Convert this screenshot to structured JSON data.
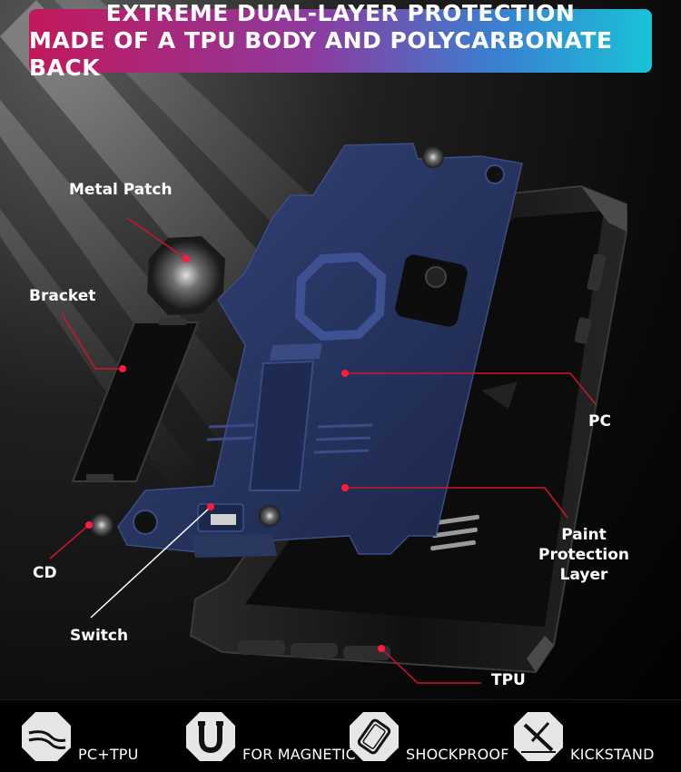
{
  "banner": {
    "line1": "EXTREME DUAL-LAYER PROTECTION",
    "line2": "MADE OF A TPU BODY AND POLYCARBONATE BACK"
  },
  "callouts": {
    "metal_patch": "Metal Patch",
    "bracket": "Bracket",
    "pc": "PC",
    "paint_protection_line1": "Paint Protection",
    "paint_protection_line2": "Layer",
    "cd": "CD",
    "switch": "Switch",
    "tpu": "TPU"
  },
  "features": [
    {
      "label": "PC+TPU",
      "icon": "pc-tpu-icon"
    },
    {
      "label": "FOR MAGNETIC",
      "icon": "magnet-icon"
    },
    {
      "label": "SHOCKPROOF",
      "icon": "shockproof-icon"
    },
    {
      "label": "KICKSTAND",
      "icon": "kickstand-icon"
    }
  ],
  "colors": {
    "banner_start": "#c2185b",
    "banner_end": "#18c3d8",
    "callout_line": "#d0142b",
    "case_pc": "#2b3a6b",
    "case_tpu": "#151515"
  }
}
